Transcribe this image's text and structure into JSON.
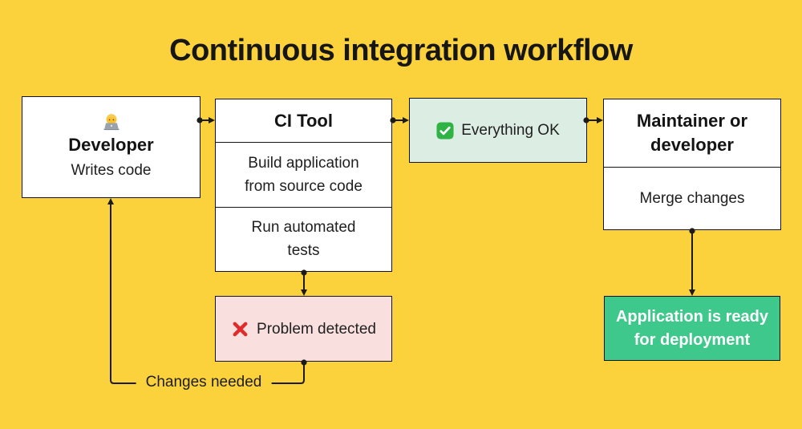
{
  "title": "Continuous integration workflow",
  "colors": {
    "background": "#FCD23C",
    "node_border": "#131313",
    "ok_background": "#DCEDE4",
    "problem_background": "#F9DFDE",
    "deploy_background": "#3FC88B",
    "edge_line": "#1b1b1b"
  },
  "nodes": {
    "developer": {
      "icon": "technologist-icon",
      "title": "Developer",
      "subtitle": "Writes code"
    },
    "ci_tool": {
      "title": "CI Tool",
      "steps": [
        "Build application\nfrom source code",
        "Run automated\ntests"
      ]
    },
    "everything_ok": {
      "icon": "check-mark-icon",
      "label": "Everything OK"
    },
    "maintainer": {
      "title": "Maintainer or\ndeveloper",
      "subtitle": "Merge changes"
    },
    "problem_detected": {
      "icon": "cross-mark-icon",
      "label": "Problem detected"
    },
    "deploy_ready": {
      "label": "Application is ready\nfor deployment"
    }
  },
  "edges": {
    "changes_needed_label": "Changes needed"
  }
}
